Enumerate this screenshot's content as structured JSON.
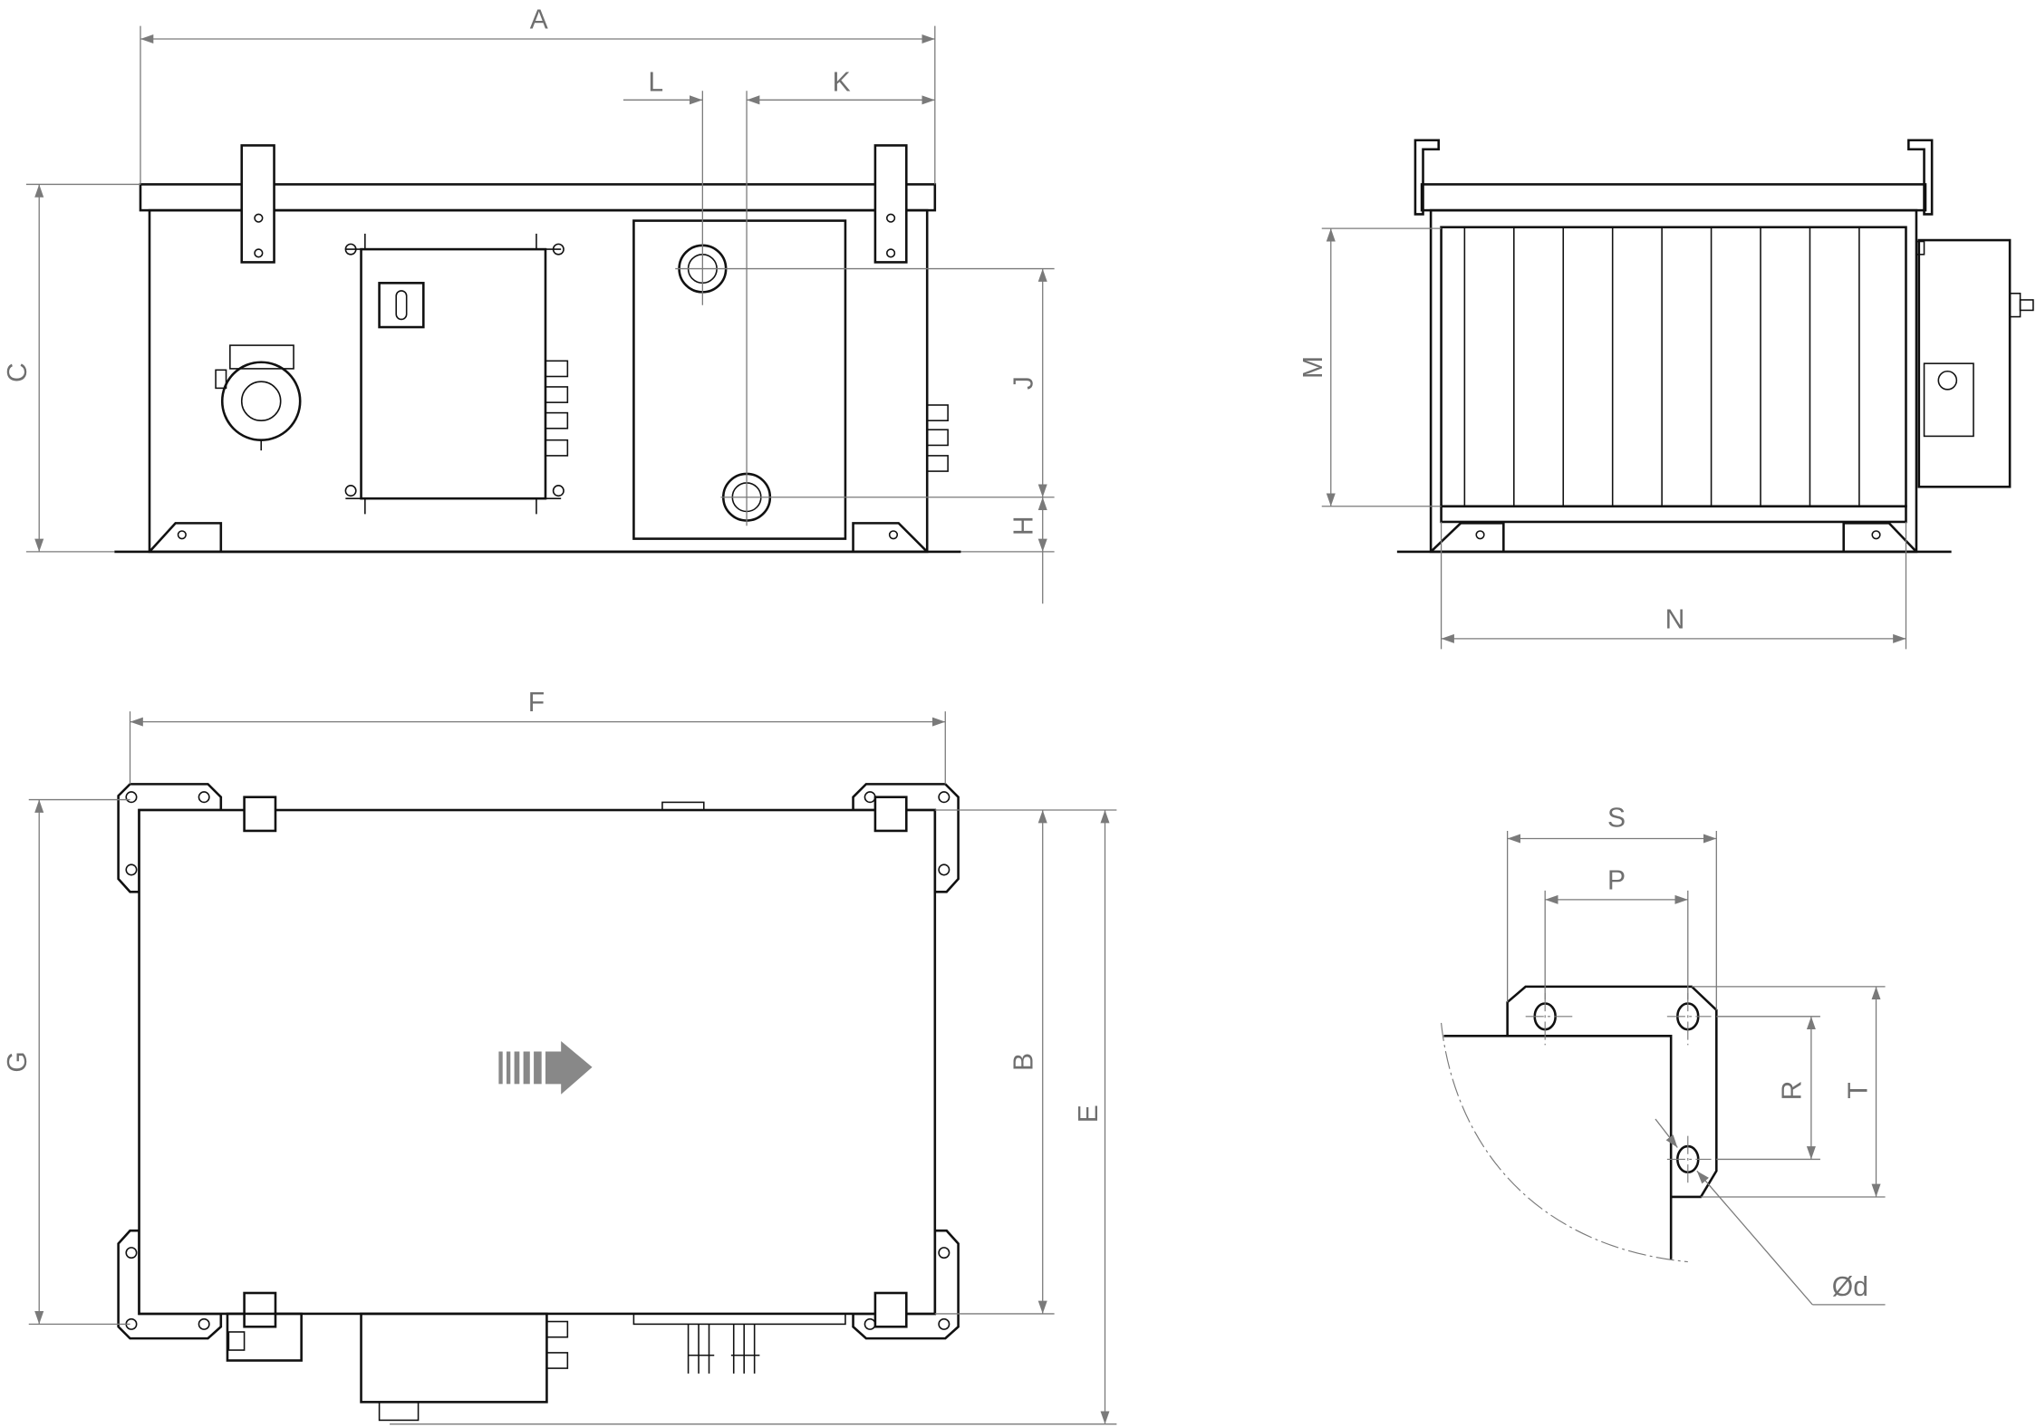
{
  "drawing": {
    "views": [
      "front-view",
      "side-view",
      "top-view",
      "mounting-bracket-detail"
    ],
    "dimension_labels": {
      "A": "A",
      "L": "L",
      "K": "K",
      "C": "C",
      "J": "J",
      "H": "H",
      "M": "M",
      "N": "N",
      "F": "F",
      "G": "G",
      "B": "B",
      "E": "E",
      "S": "S",
      "P": "P",
      "R": "R",
      "T": "T",
      "d": "Ød"
    },
    "line_color": "#111111",
    "dimension_color": "#777777"
  }
}
